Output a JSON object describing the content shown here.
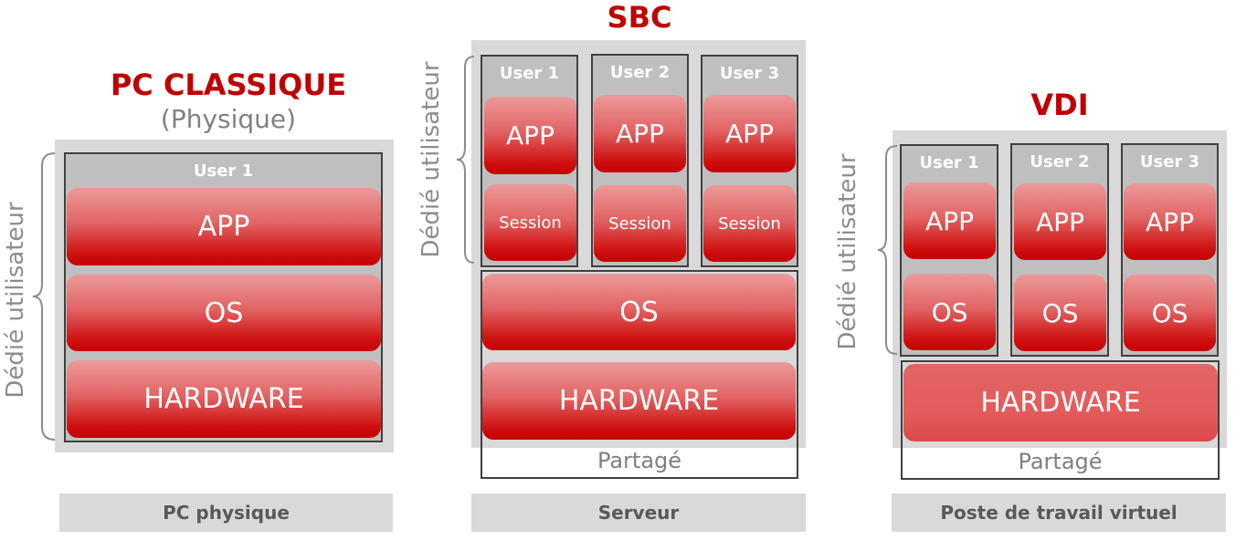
{
  "pc": {
    "title": "PC CLASSIQUE",
    "subtitle": "(Physique)",
    "user": "User 1",
    "app": "APP",
    "os": "OS",
    "hardware": "HARDWARE",
    "side_label": "Dédié utilisateur",
    "bottom": "PC physique"
  },
  "sbc": {
    "title": "SBC",
    "users": [
      "User 1",
      "User 2",
      "User 3"
    ],
    "app": "APP",
    "session": "Session",
    "os": "OS",
    "hardware": "HARDWARE",
    "shared": "Partagé",
    "side_label": "Dédié utilisateur",
    "bottom": "Serveur"
  },
  "vdi": {
    "title": "VDI",
    "users": [
      "User 1",
      "User 2",
      "User 3"
    ],
    "app": "APP",
    "os": "OS",
    "hardware": "HARDWARE",
    "shared": "Partagé",
    "side_label": "Dédié utilisateur",
    "bottom": "Poste de travail virtuel"
  },
  "colors": {
    "accent_red": "#c00000",
    "block_red": "#cf1111",
    "panel_grey": "#d9d9d9"
  }
}
